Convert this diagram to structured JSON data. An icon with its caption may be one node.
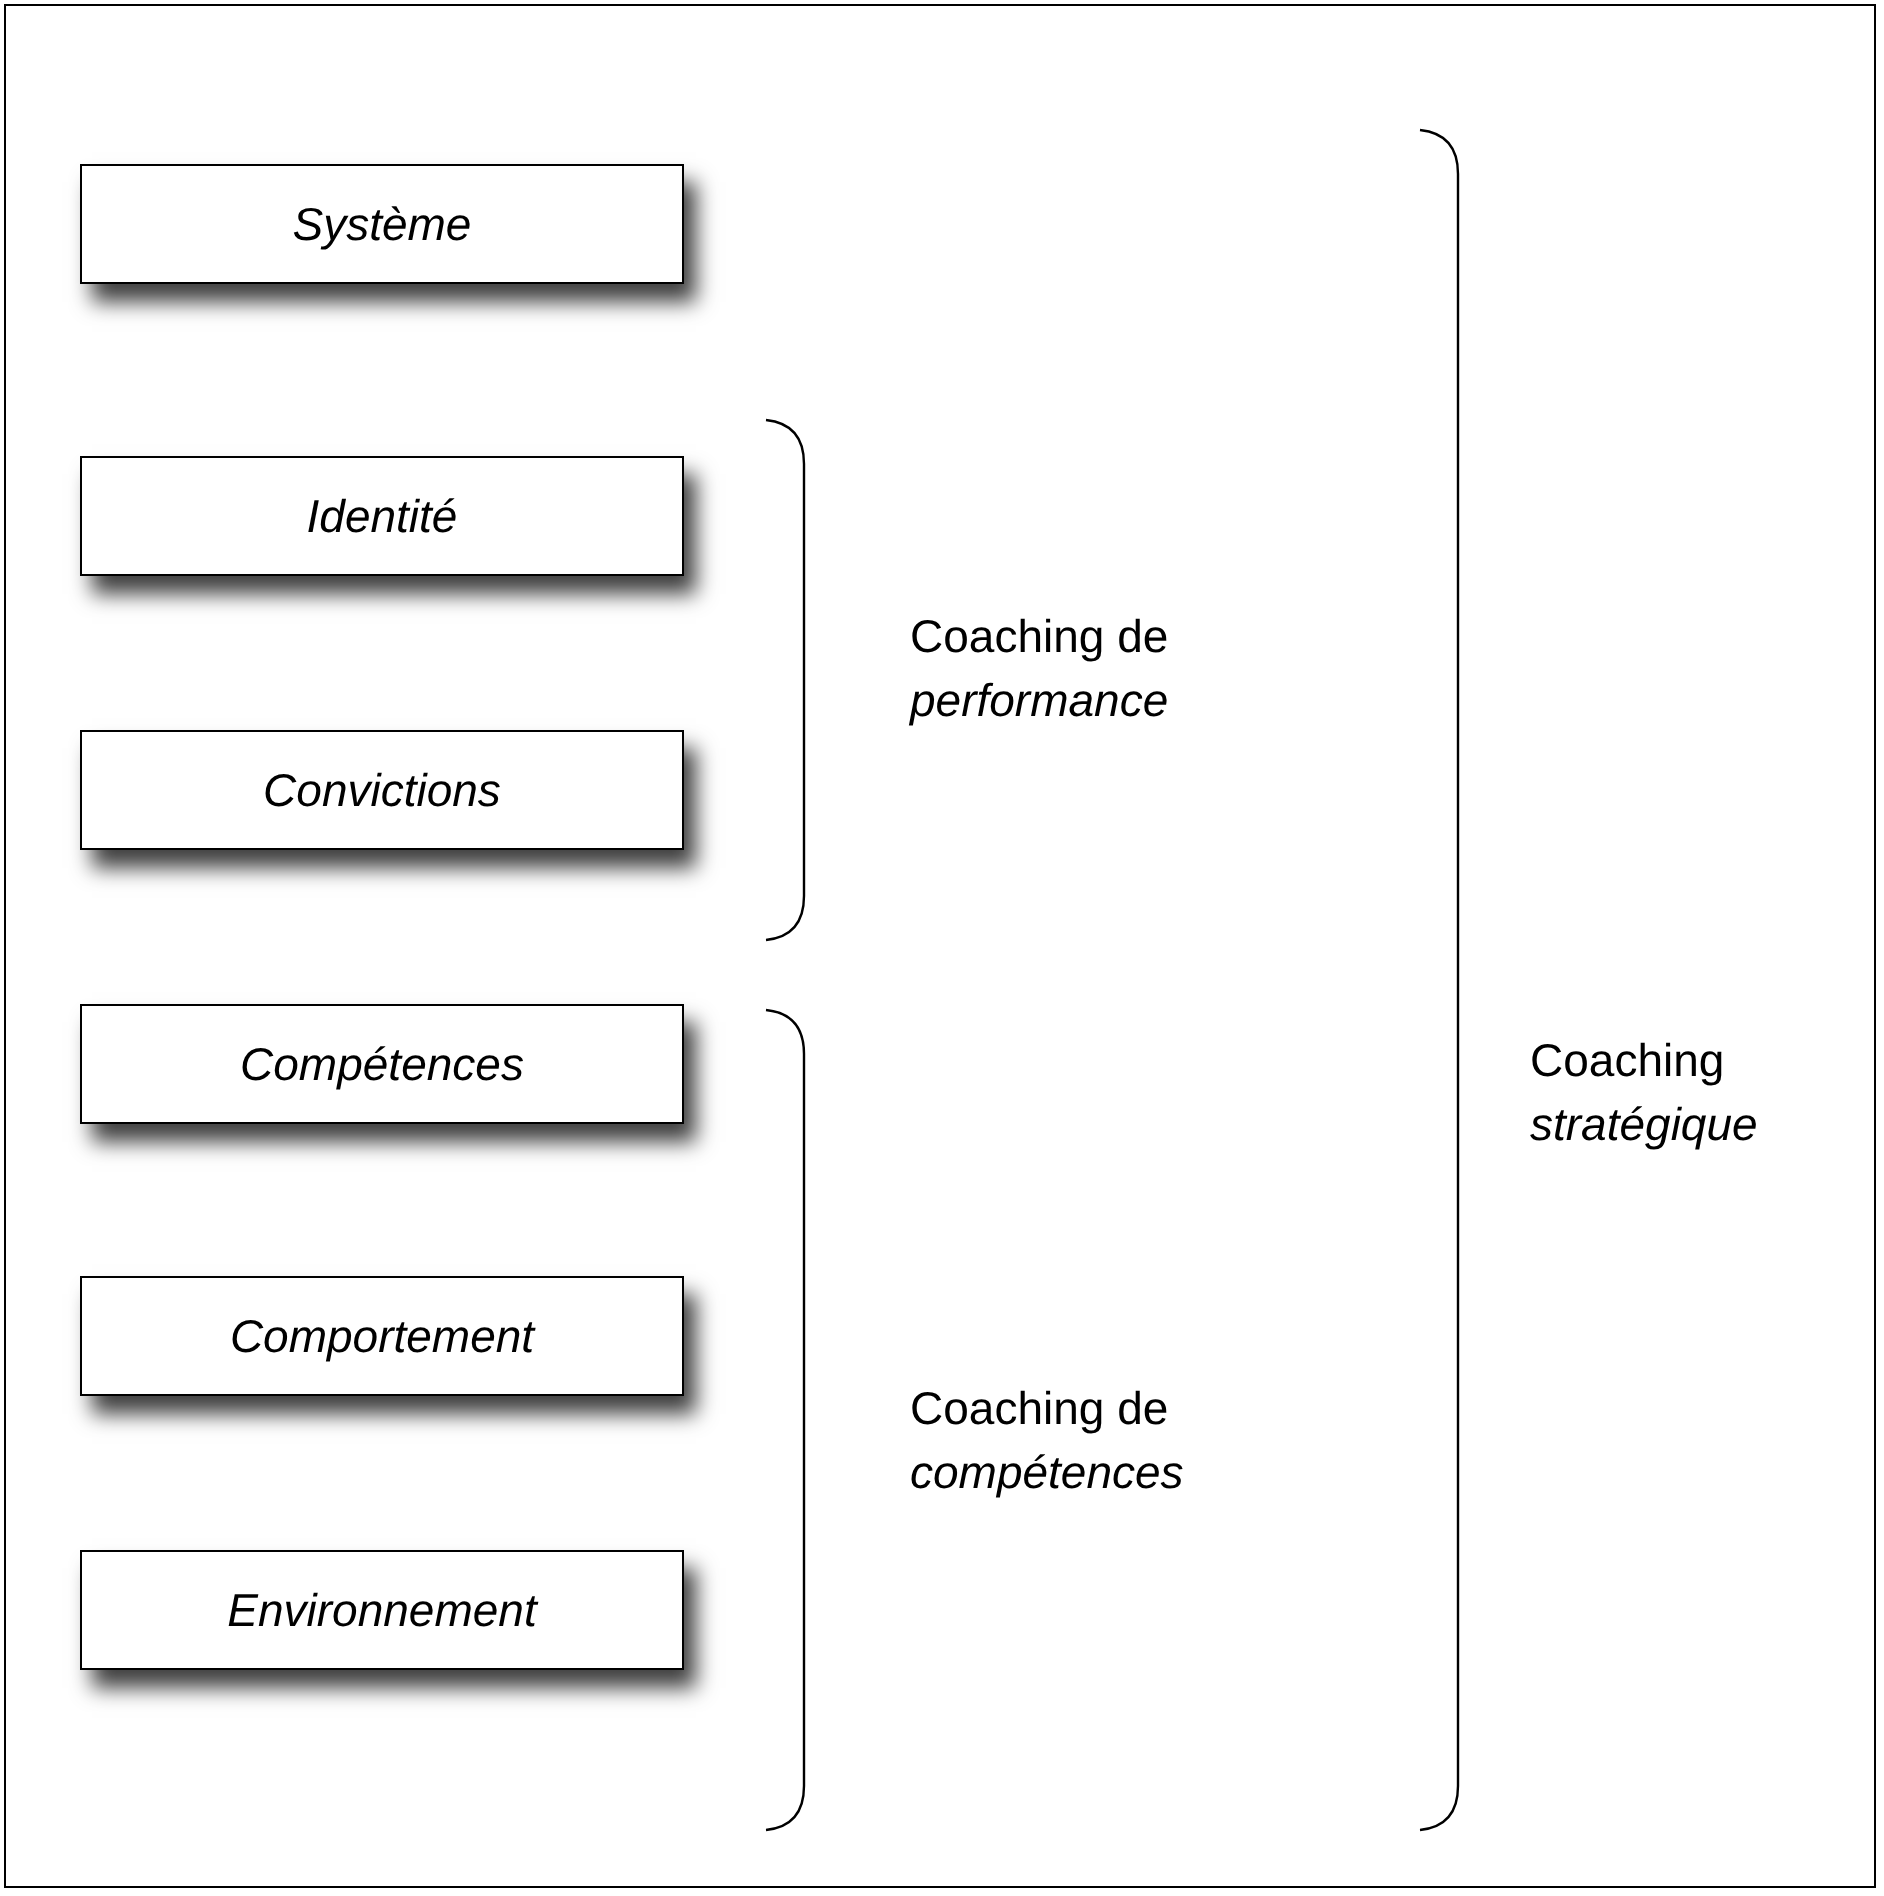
{
  "diagram": {
    "nodes": [
      {
        "text": [
          "Système"
        ]
      },
      {
        "text": [
          "Identité"
        ]
      },
      {
        "text": [
          "Convictions"
        ]
      },
      {
        "text": [
          "Compétences"
        ]
      },
      {
        "text": [
          "Comportement"
        ]
      },
      {
        "text": [
          "Environnement"
        ]
      }
    ],
    "labels": [
      "Coaching de *performance*",
      "Coaching de *compétences*",
      "Coaching *stratégique*"
    ]
  }
}
